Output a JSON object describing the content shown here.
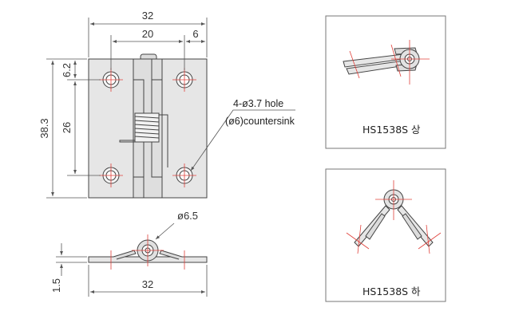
{
  "dimensions": {
    "width_overall": "32",
    "hole_spacing_x": "20",
    "edge_x": "6",
    "height_overall": "38.3",
    "edge_y": "6.2",
    "hole_spacing_y": "26",
    "pin_diameter": "ø6.5",
    "thickness": "1.5",
    "width_side_view": "32"
  },
  "callout": {
    "line1": "4-ø3.7 hole",
    "line2": "(ø6)countersink"
  },
  "views": {
    "upper_caption": "HS1538S 상",
    "lower_caption": "HS1538S 하"
  },
  "colors": {
    "plate": "#e6e6e6",
    "outline": "#444444",
    "centerline": "#e0403a",
    "dimension": "#555555",
    "frame": "#777777"
  }
}
